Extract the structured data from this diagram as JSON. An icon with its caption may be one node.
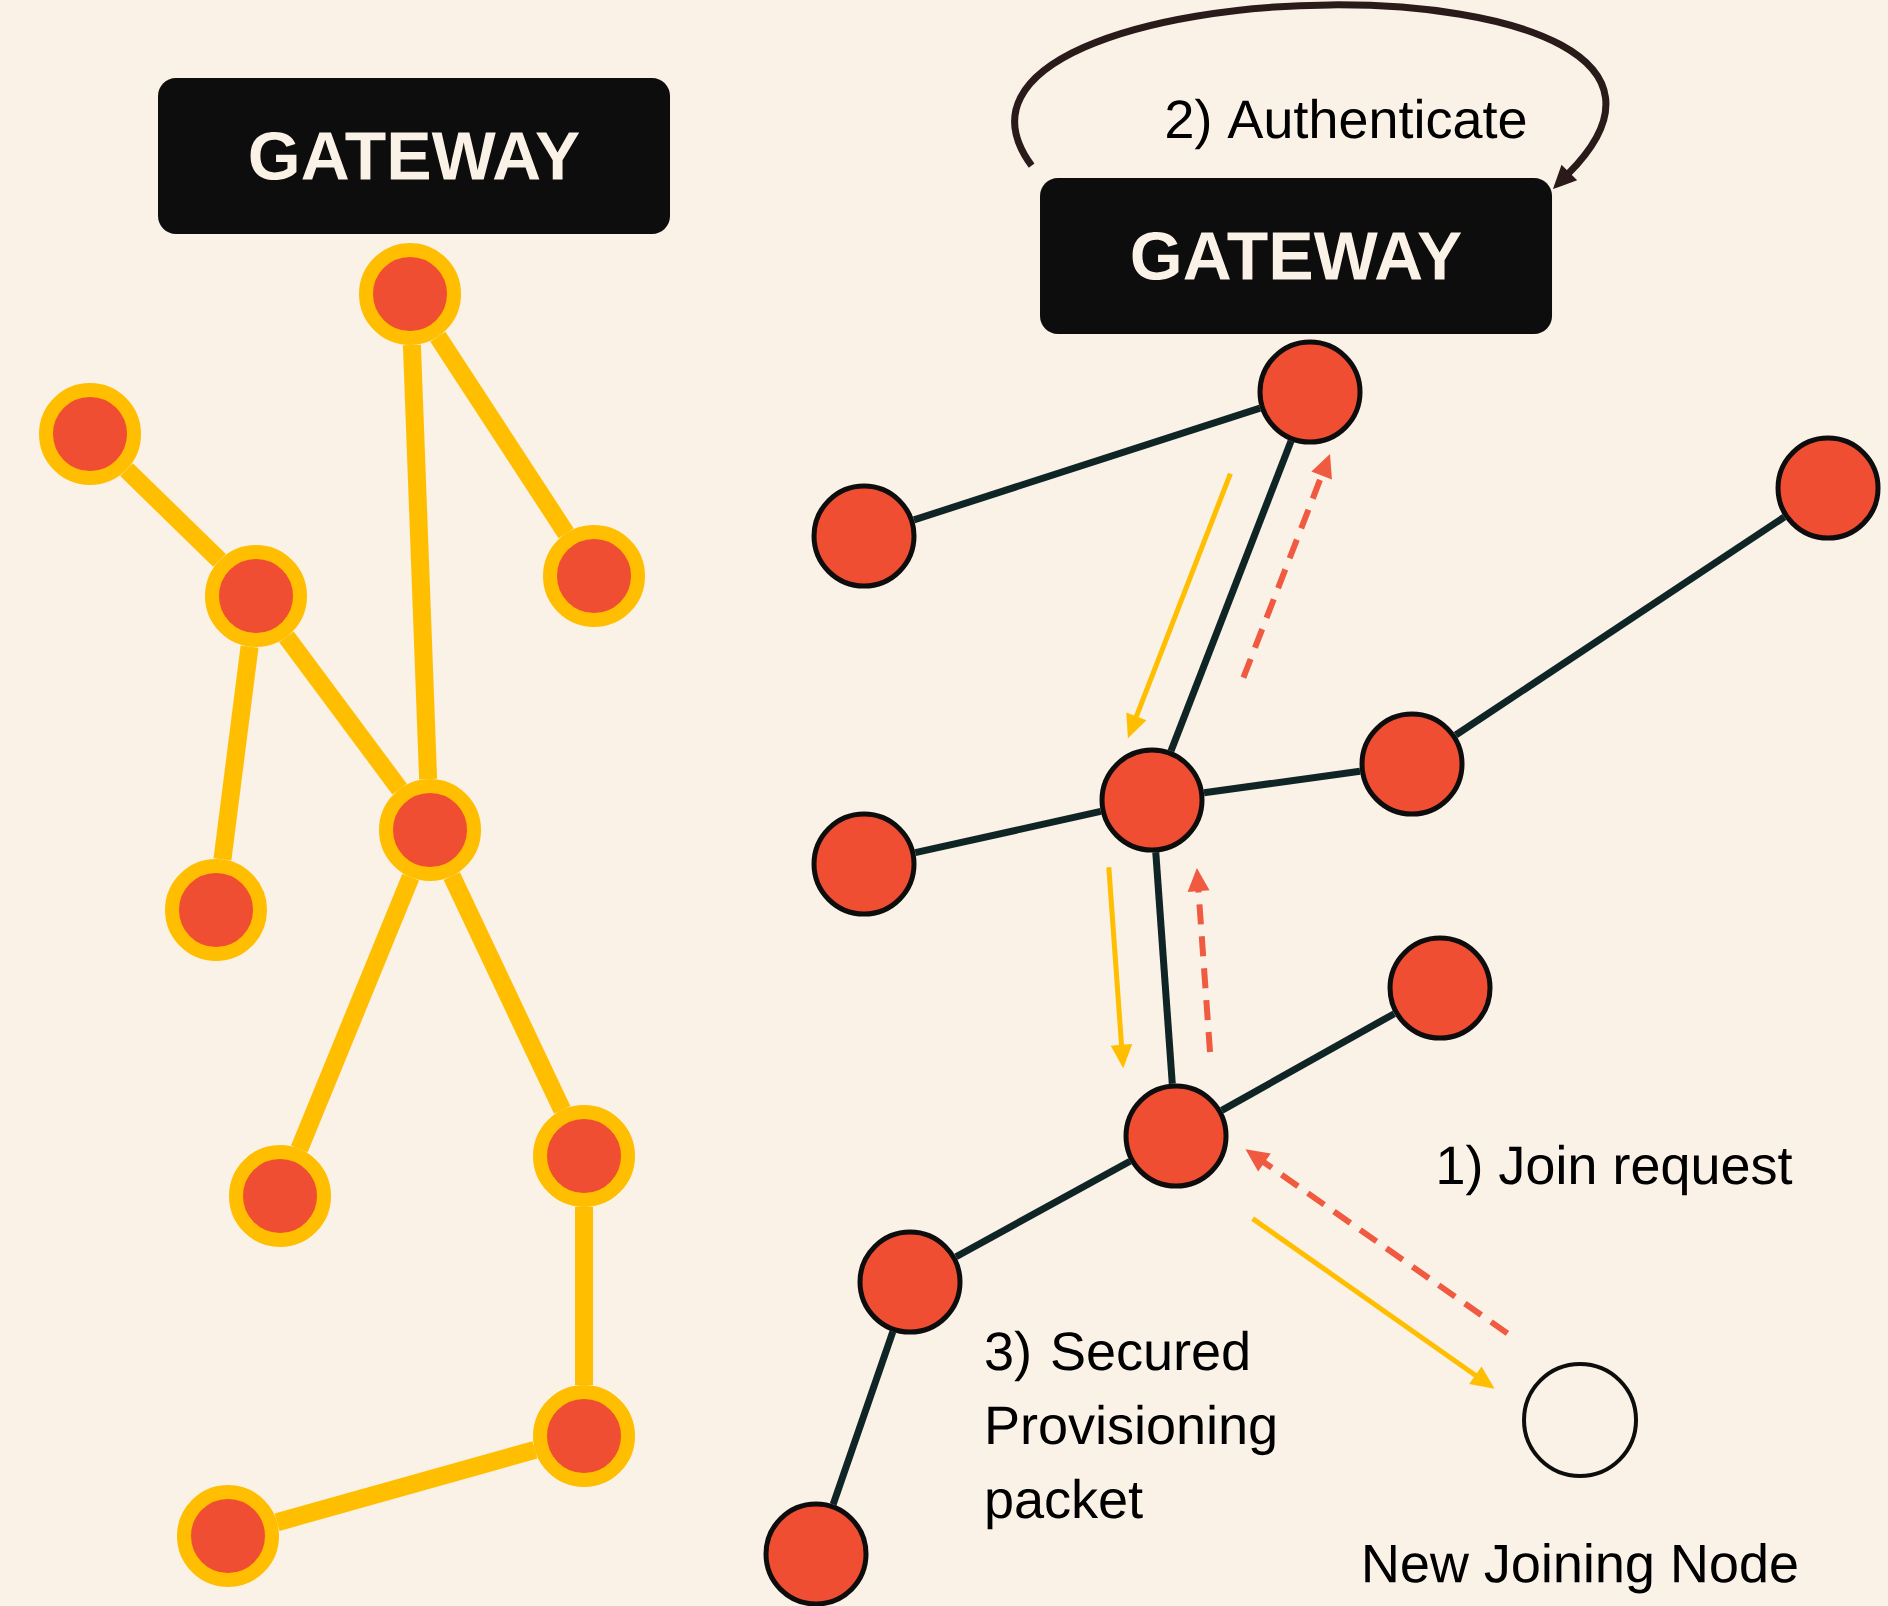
{
  "diagram": {
    "nodes": [
      {
        "text": [
          "GATEWAY"
        ]
      },
      {
        "text": [],
        "shape": "circle"
      },
      {
        "text": [],
        "shape": "circle"
      },
      {
        "text": [],
        "shape": "circle"
      },
      {
        "text": [],
        "shape": "circle"
      },
      {
        "text": [],
        "shape": "circle"
      },
      {
        "text": [],
        "shape": "circle"
      },
      {
        "text": [],
        "shape": "circle"
      },
      {
        "text": [],
        "shape": "circle"
      },
      {
        "text": [],
        "shape": "circle"
      },
      {
        "text": [],
        "shape": "circle"
      },
      {
        "text": [
          "GATEWAY"
        ]
      },
      {
        "text": [],
        "shape": "circle"
      },
      {
        "text": [],
        "shape": "circle"
      },
      {
        "text": [],
        "shape": "circle"
      },
      {
        "text": [],
        "shape": "circle"
      },
      {
        "text": [],
        "shape": "circle"
      },
      {
        "text": [],
        "shape": "circle"
      },
      {
        "text": [],
        "shape": "circle"
      },
      {
        "text": [],
        "shape": "circle"
      },
      {
        "text": [],
        "shape": "circle"
      },
      {
        "text": [],
        "shape": "circle"
      },
      {
        "text": [],
        "shape": "circle",
        "beside": [
          "New Joining Node"
        ]
      }
    ],
    "edges": [
      {
        "from": 1,
        "to": 6,
        "arrow": "none",
        "style": "thick",
        "color": "#ffbe00"
      },
      {
        "from": 1,
        "to": 4,
        "arrow": "none",
        "style": "thick",
        "color": "#ffbe00"
      },
      {
        "from": 2,
        "to": 3,
        "arrow": "none",
        "style": "thick",
        "color": "#ffbe00"
      },
      {
        "from": 3,
        "to": 5,
        "arrow": "none",
        "style": "thick",
        "color": "#ffbe00"
      },
      {
        "from": 3,
        "to": 6,
        "arrow": "none",
        "style": "thick",
        "color": "#ffbe00"
      },
      {
        "from": 6,
        "to": 7,
        "arrow": "none",
        "style": "thick",
        "color": "#ffbe00"
      },
      {
        "from": 6,
        "to": 8,
        "arrow": "none",
        "style": "thick",
        "color": "#ffbe00"
      },
      {
        "from": 8,
        "to": 9,
        "arrow": "none",
        "style": "thick",
        "color": "#ffbe00"
      },
      {
        "from": 9,
        "to": 10,
        "arrow": "none",
        "style": "thick",
        "color": "#ffbe00"
      },
      {
        "from": 12,
        "to": 13,
        "arrow": "none",
        "color": "#0f2424"
      },
      {
        "from": 12,
        "to": 15,
        "arrow": "none",
        "color": "#0f2424"
      },
      {
        "from": 15,
        "to": 16,
        "arrow": "none",
        "color": "#0f2424"
      },
      {
        "from": 15,
        "to": 17,
        "arrow": "none",
        "color": "#0f2424"
      },
      {
        "from": 17,
        "to": 14,
        "arrow": "none",
        "color": "#0f2424"
      },
      {
        "from": 15,
        "to": 19,
        "arrow": "none",
        "color": "#0f2424"
      },
      {
        "from": 19,
        "to": 18,
        "arrow": "none",
        "color": "#0f2424"
      },
      {
        "from": 19,
        "to": 20,
        "arrow": "none",
        "color": "#0f2424"
      },
      {
        "from": 20,
        "to": 21,
        "arrow": "none",
        "color": "#0f2424"
      },
      {
        "from": 11,
        "to": 11,
        "arrow": "to",
        "label": "2) Authenticate",
        "color": "#2a1a1a"
      },
      {
        "from": 12,
        "to": 15,
        "arrow": "to",
        "color": "#ffbe00"
      },
      {
        "from": 15,
        "to": 19,
        "arrow": "to",
        "color": "#ffbe00"
      },
      {
        "from": 19,
        "to": 22,
        "arrow": "to",
        "label": "3) Secured Provisioning packet",
        "color": "#ffbe00"
      },
      {
        "from": 22,
        "to": 19,
        "arrow": "to",
        "label": "1) Join request",
        "style": "dashed",
        "color": "#f05a40"
      },
      {
        "from": 19,
        "to": 15,
        "arrow": "to",
        "style": "dashed",
        "color": "#f05a40"
      },
      {
        "from": 15,
        "to": 12,
        "arrow": "to",
        "style": "dashed",
        "color": "#f05a40"
      }
    ]
  }
}
